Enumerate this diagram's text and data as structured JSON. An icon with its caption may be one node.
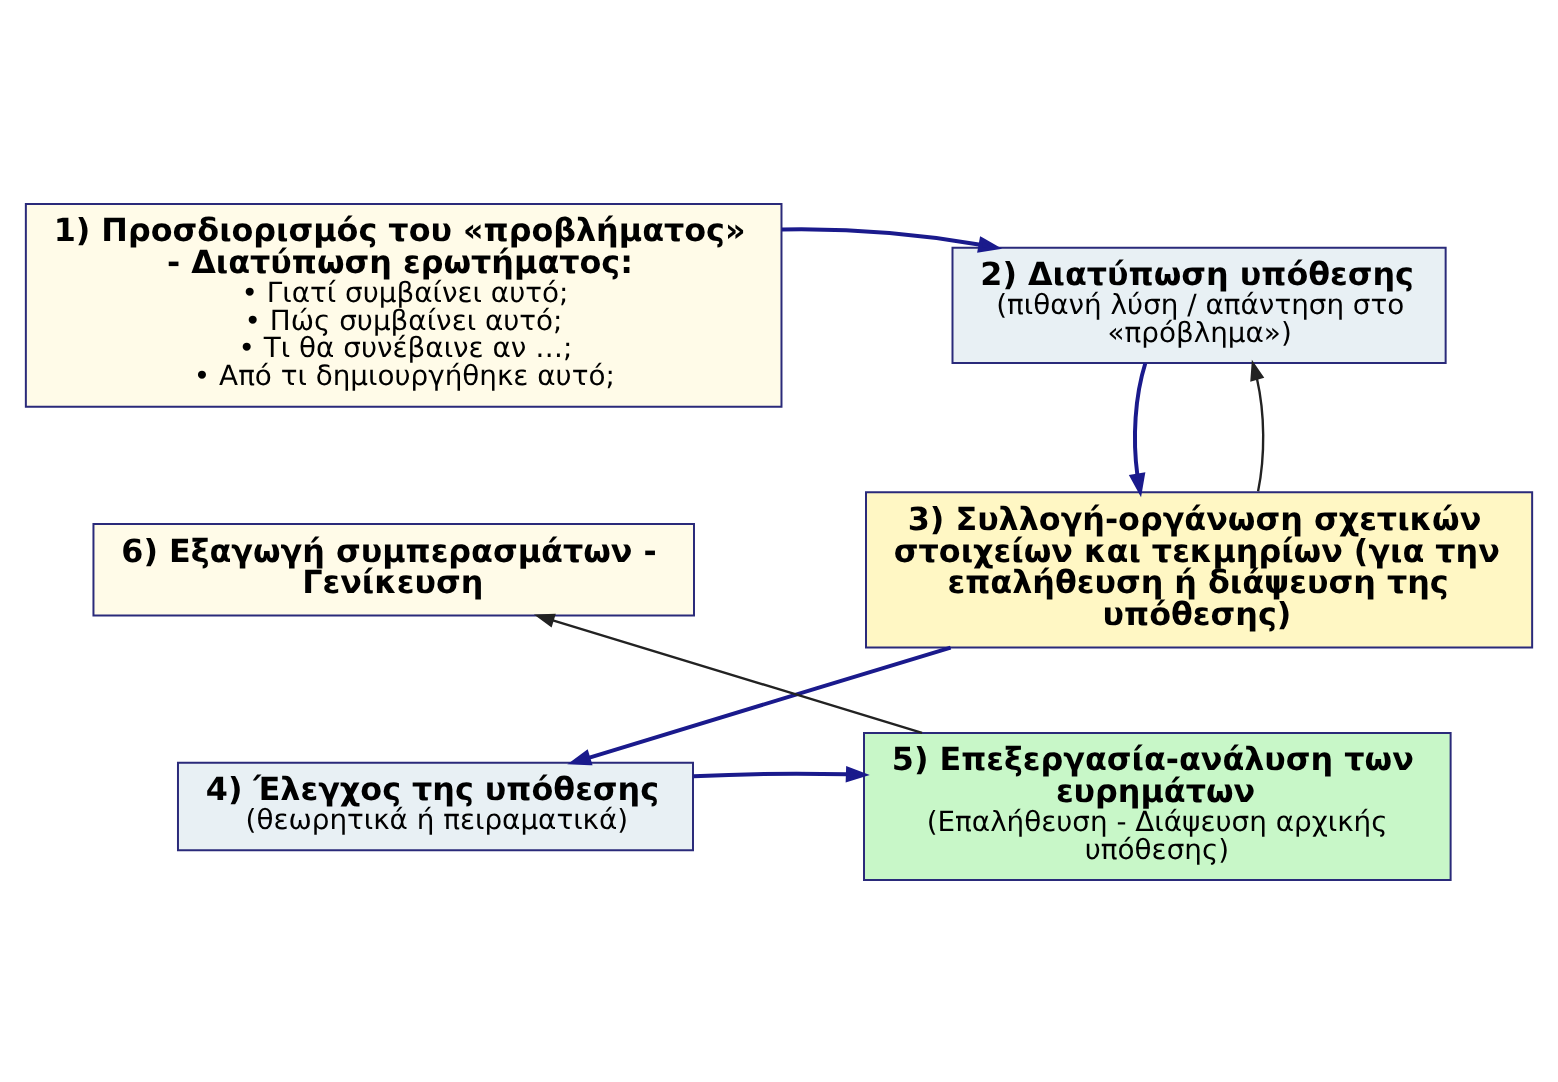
{
  "diagram": {
    "nodes": [
      {
        "text": [
          "1) Προσδιορισμός του «προβλήματος» - Διατύπωση ερωτήματος:",
          "• Γιατί συμβαίνει αυτό;",
          "• Πώς συμβαίνει αυτό;",
          "• Τι θα συνέβαινε αν …;",
          "• Από τι δημιουργήθηκε αυτό;"
        ]
      },
      {
        "text": [
          "2) Διατύπωση υπόθεσης",
          "(πιθανή λύση / απάντηση στο «πρόβλημα»)"
        ]
      },
      {
        "text": [
          "3) Συλλογή-οργάνωση σχετικών στοιχείων και τεκμηρίων (για την επαλήθευση ή διάψευση της υπόθεσης)"
        ]
      },
      {
        "text": [
          "4) Έλεγχος της υπόθεσης",
          "(θεωρητικά ή πειραματικά)"
        ]
      },
      {
        "text": [
          "5) Επεξεργασία-ανάλυση των ευρημάτων",
          "(Επαλήθευση - Διάψευση αρχικής υπόθεσης)"
        ]
      },
      {
        "text": [
          "6) Εξαγωγή συμπερασμάτων - Γενίκευση"
        ]
      }
    ],
    "edges": [
      {
        "from": 0,
        "to": 1,
        "arrow": "to"
      },
      {
        "from": 1,
        "to": 2,
        "arrow": "to"
      },
      {
        "from": 2,
        "to": 1,
        "arrow": "to",
        "color": "#222222"
      },
      {
        "from": 2,
        "to": 3,
        "arrow": "to"
      },
      {
        "from": 3,
        "to": 4,
        "arrow": "to"
      },
      {
        "from": 4,
        "to": 5,
        "arrow": "to",
        "color": "#222222"
      }
    ]
  }
}
